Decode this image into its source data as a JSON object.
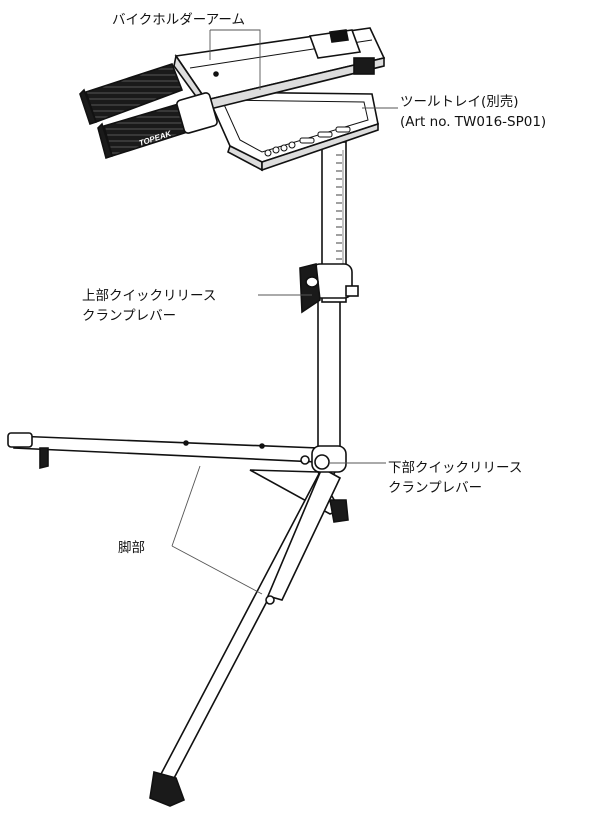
{
  "labels": {
    "bike_holder_arm": "バイクホルダーアーム",
    "tool_tray": {
      "line1": "ツールトレイ(別売)",
      "line2": "(Art no. TW016-SP01)"
    },
    "upper_clamp": {
      "line1": "上部クイックリリース",
      "line2": "クランプレバー"
    },
    "lower_clamp": {
      "line1": "下部クイックリリース",
      "line2": "クランプレバー"
    },
    "leg": "脚部"
  },
  "logo_text": "TOPEAK"
}
